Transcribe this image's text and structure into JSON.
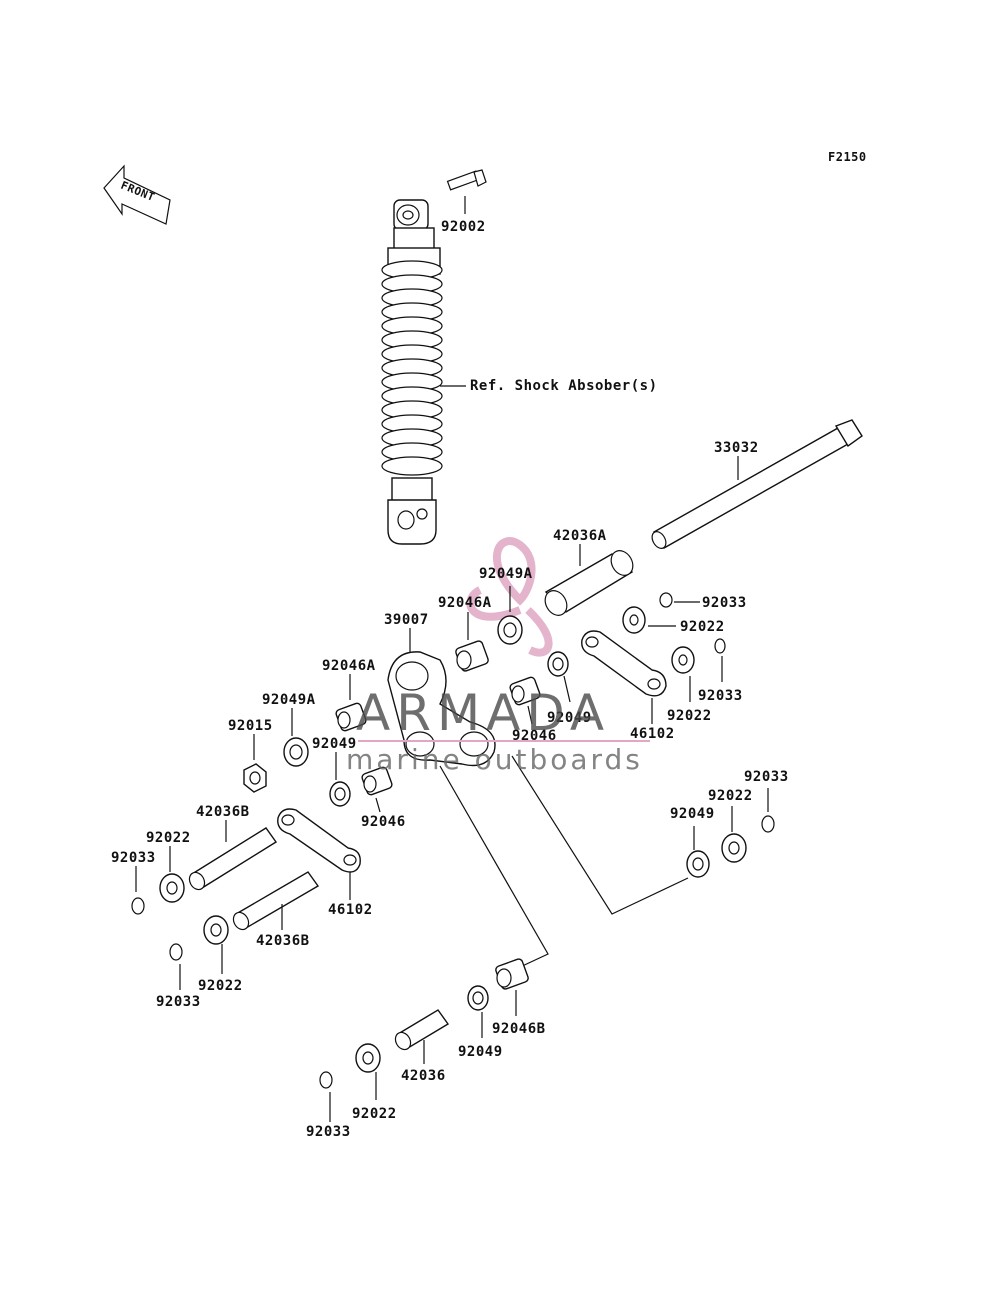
{
  "figure_code": "F2150",
  "front_label": "FRONT",
  "ref_label": "Ref. Shock Absober(s)",
  "watermark": {
    "name": "ARMADA",
    "tagline": "marine outboards",
    "logo_color": "#e0a8c4"
  },
  "labels": [
    {
      "id": "92002",
      "text": "92002"
    },
    {
      "id": "33032",
      "text": "33032"
    },
    {
      "id": "42036A",
      "text": "42036A"
    },
    {
      "id": "92049A_top",
      "text": "92049A"
    },
    {
      "id": "92046A_top",
      "text": "92046A"
    },
    {
      "id": "39007",
      "text": "39007"
    },
    {
      "id": "92033_a",
      "text": "92033"
    },
    {
      "id": "92022_a",
      "text": "92022"
    },
    {
      "id": "92033_b",
      "text": "92033"
    },
    {
      "id": "92022_b",
      "text": "92022"
    },
    {
      "id": "46102_a",
      "text": "46102"
    },
    {
      "id": "92046A_left",
      "text": "92046A"
    },
    {
      "id": "92049A_left",
      "text": "92049A"
    },
    {
      "id": "92015",
      "text": "92015"
    },
    {
      "id": "92049_a",
      "text": "92049"
    },
    {
      "id": "92049_b",
      "text": "92049"
    },
    {
      "id": "92046_a",
      "text": "92046"
    },
    {
      "id": "92046_b",
      "text": "92046"
    },
    {
      "id": "92033_c",
      "text": "92033"
    },
    {
      "id": "92022_c",
      "text": "92022"
    },
    {
      "id": "92049_c",
      "text": "92049"
    },
    {
      "id": "42036B_a",
      "text": "42036B"
    },
    {
      "id": "92022_d",
      "text": "92022"
    },
    {
      "id": "92033_d",
      "text": "92033"
    },
    {
      "id": "46102_b",
      "text": "46102"
    },
    {
      "id": "42036B_b",
      "text": "42036B"
    },
    {
      "id": "92022_e",
      "text": "92022"
    },
    {
      "id": "92033_e",
      "text": "92033"
    },
    {
      "id": "92046B",
      "text": "92046B"
    },
    {
      "id": "92049_d",
      "text": "92049"
    },
    {
      "id": "42036",
      "text": "42036"
    },
    {
      "id": "92022_f",
      "text": "92022"
    },
    {
      "id": "92033_f",
      "text": "92033"
    }
  ]
}
